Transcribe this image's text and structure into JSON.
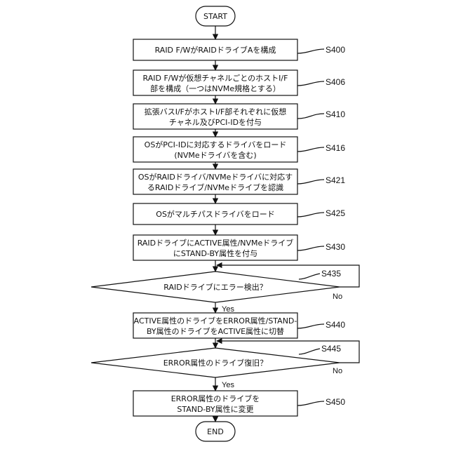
{
  "start": "START",
  "end": "END",
  "steps": [
    {
      "id": "S400",
      "lines": [
        "RAID F/WがRAIDドライブAを構成"
      ]
    },
    {
      "id": "S406",
      "lines": [
        "RAID F/Wが仮想チャネルごとのホストI/F",
        "部を構成（一つはNVMe規格とする）"
      ]
    },
    {
      "id": "S410",
      "lines": [
        "拡張バスI/FがホストI/F部それぞれに仮想",
        "チャネル及びPCI-IDを付与"
      ]
    },
    {
      "id": "S416",
      "lines": [
        "OSがPCI-IDに対応するドライバをロード",
        "(NVMeドライバを含む)"
      ]
    },
    {
      "id": "S421",
      "lines": [
        "OSがRAIDドライバ/NVMeドライバに対応す",
        "るRAIDドライブ/NVMeドライブを認識"
      ]
    },
    {
      "id": "S425",
      "lines": [
        "OSがマルチパスドライバをロード"
      ]
    },
    {
      "id": "S430",
      "lines": [
        "RAIDドライブにACTIVE属性/NVMeドライブ",
        "にSTAND-BY属性を付与"
      ]
    },
    {
      "id": "S440",
      "lines": [
        "ACTIVE属性のドライブをERROR属性/STAND-",
        "BY属性のドライブをACTIVE属性に切替"
      ]
    },
    {
      "id": "S450",
      "lines": [
        "ERROR属性のドライブを",
        "STAND-BY属性に変更"
      ]
    }
  ],
  "decisions": [
    {
      "id": "S435",
      "text": "RAIDドライブにエラー検出？",
      "yes": "Yes",
      "no": "No"
    },
    {
      "id": "S445",
      "text": "ERROR属性のドライブ復旧？",
      "yes": "Yes",
      "no": "No"
    }
  ]
}
